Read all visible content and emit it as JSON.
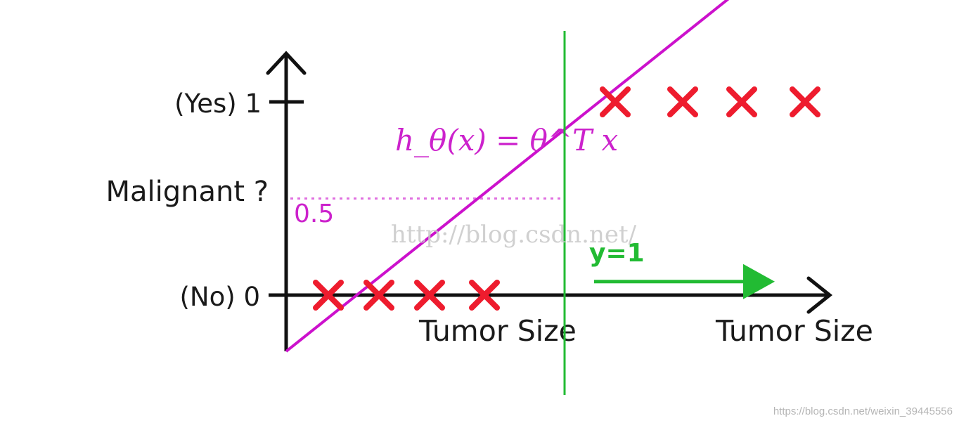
{
  "chart_data": {
    "type": "scatter",
    "title": "",
    "xlabel": "Tumor Size",
    "ylabel": "Malignant ?",
    "x_axis_labels": [
      "Tumor Size",
      "Tumor Size"
    ],
    "y_tick_labels": [
      {
        "value": 1,
        "label": "(Yes) 1"
      },
      {
        "value": 0,
        "label": "(No) 0"
      }
    ],
    "threshold": {
      "value": 0.5,
      "label": "0.5"
    },
    "ylim": [
      -0.3,
      1.3
    ],
    "xlim": [
      0,
      14
    ],
    "series": [
      {
        "marker": "x",
        "color": "#ee1c2e",
        "points": [
          {
            "x": 1.0,
            "y": 0
          },
          {
            "x": 2.2,
            "y": 0
          },
          {
            "x": 3.4,
            "y": 0
          },
          {
            "x": 4.7,
            "y": 0
          },
          {
            "x": 7.8,
            "y": 1
          },
          {
            "x": 9.4,
            "y": 1
          },
          {
            "x": 10.8,
            "y": 1
          },
          {
            "x": 12.3,
            "y": 1
          }
        ]
      }
    ],
    "hypothesis_line": {
      "label": "h_θ(x) = θ^T x",
      "color": "#cc11cc",
      "slope": 0.174,
      "intercept": -0.291,
      "x_range": [
        0,
        12.5
      ]
    },
    "decision_boundary": {
      "x": 6.6,
      "color": "#22bb33"
    },
    "arrow": {
      "label": "y=1",
      "x_from": 7.3,
      "x_to": 11.5,
      "y": 0.07,
      "color": "#22bb33"
    },
    "grid": false,
    "legend": "none"
  },
  "watermark": "http://blog.csdn.net/",
  "footer_text": "https://blog.csdn.net/weixin_39445556"
}
